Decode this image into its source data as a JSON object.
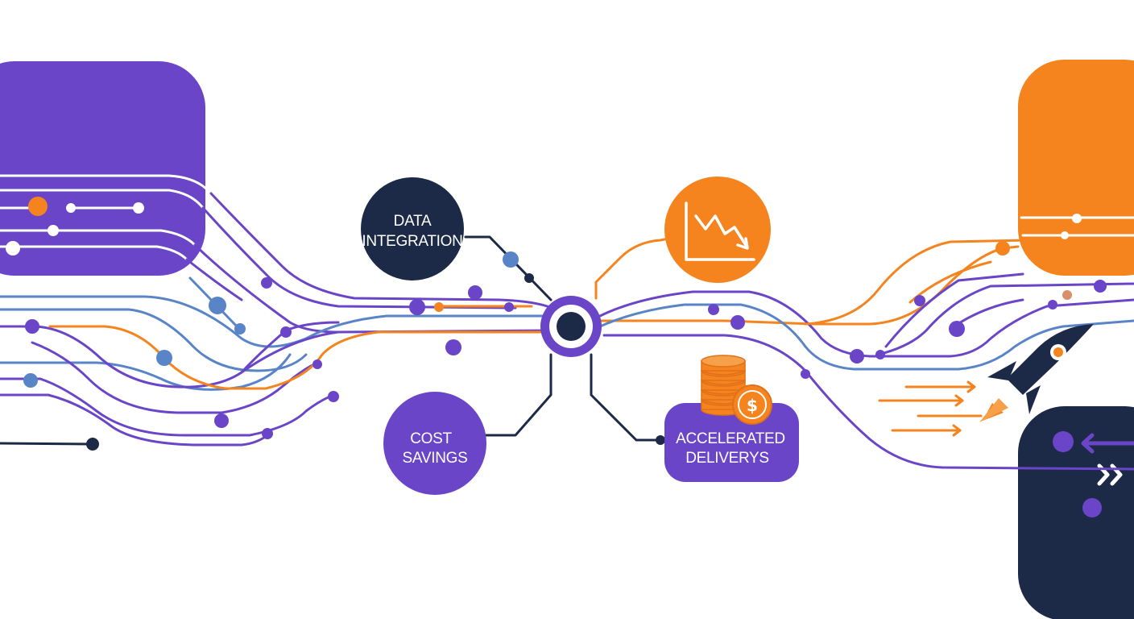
{
  "colors": {
    "purple": "#6a45c8",
    "orange": "#f5841f",
    "navy": "#1c2a48",
    "blue": "#5a84c8",
    "white": "#ffffff"
  },
  "nodes": {
    "data_integration": {
      "line1": "DATA",
      "line2": "INTEGRATION"
    },
    "cost_savings": {
      "line1": "COST",
      "line2": "SAVINGS"
    },
    "accelerated_deliveries": {
      "line1": "ACCELERATED",
      "line2": "DELIVERYS"
    }
  },
  "icons": {
    "trend": "declining-chart-icon",
    "coins": "coin-stack-icon",
    "rocket": "rocket-icon",
    "forward": "double-chevron-icon"
  }
}
